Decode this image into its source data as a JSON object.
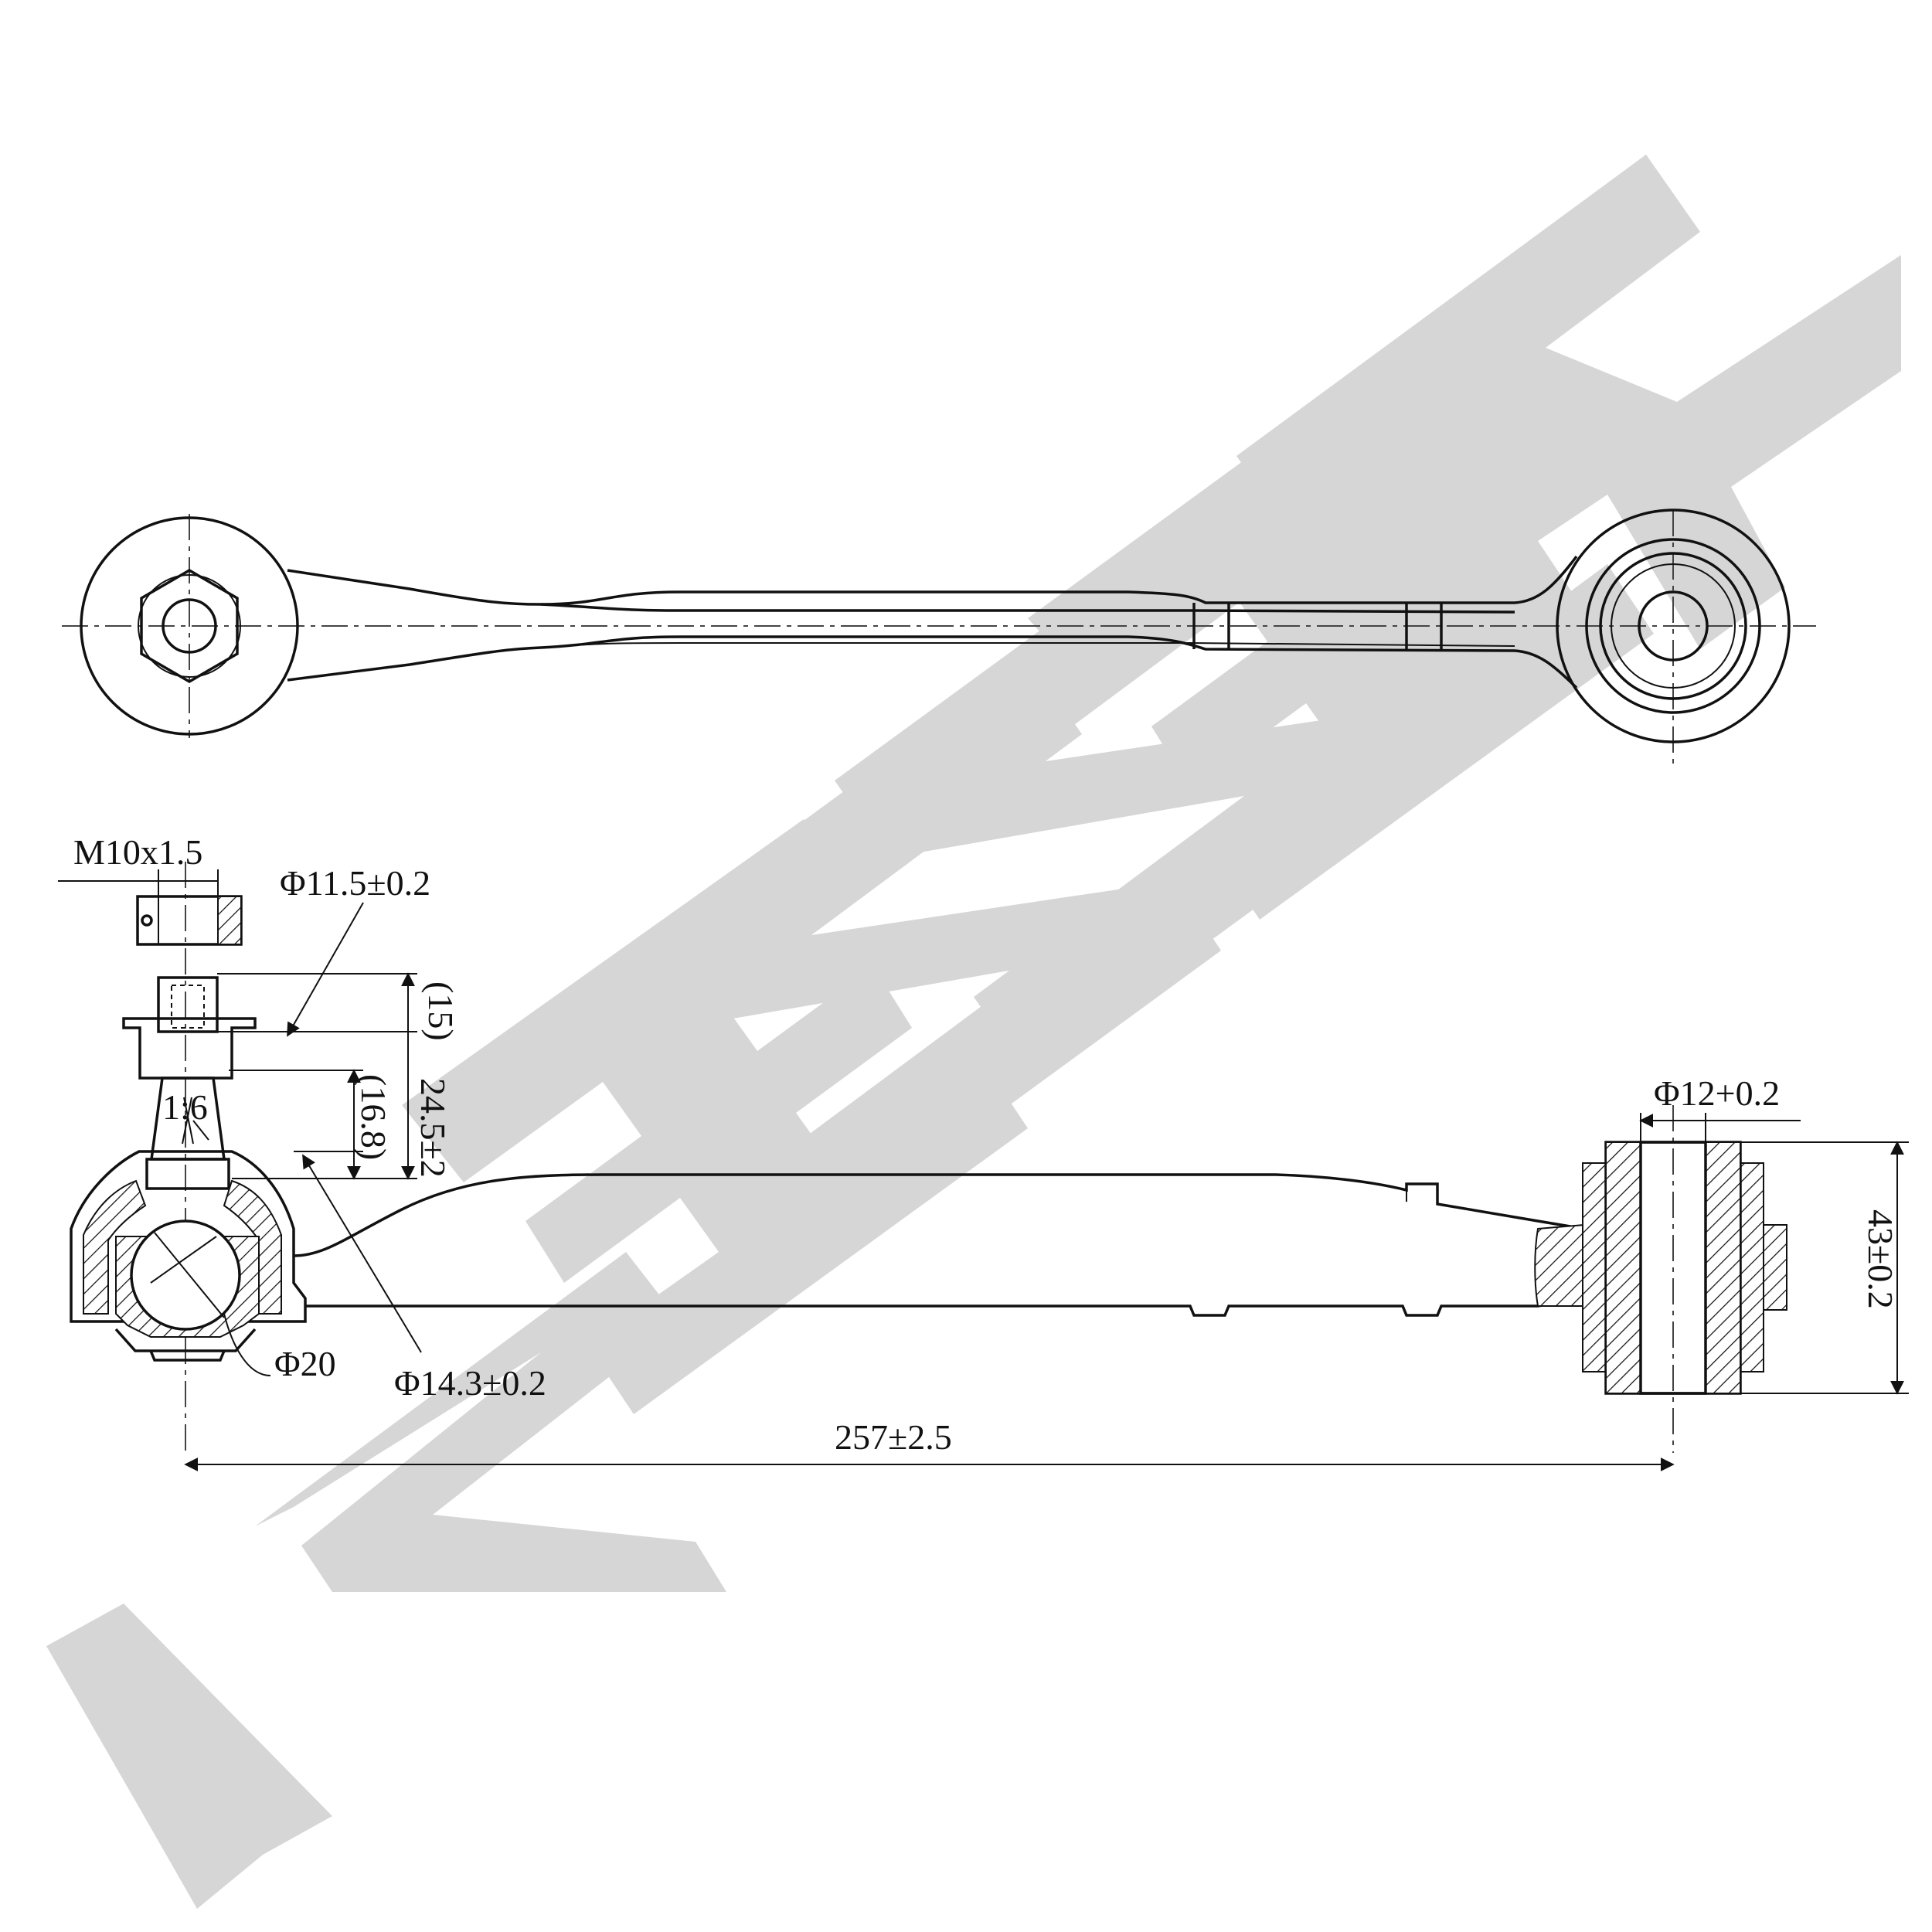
{
  "watermark": {
    "text": "ZENNEK",
    "color": "#d6d6d6"
  },
  "dimensions": {
    "thread": "M10x1.5",
    "dia_11_5": "Φ11.5±0.2",
    "len_15": "(15)",
    "len_24_5": "24.5±2",
    "len_16_8": "(16.8)",
    "taper": "1:6",
    "dia_20": "Φ20",
    "dia_14_3": "Φ14.3±0.2",
    "dia_12": "Φ12+0.2",
    "height_43": "43±0.2",
    "length_257": "257±2.5"
  }
}
